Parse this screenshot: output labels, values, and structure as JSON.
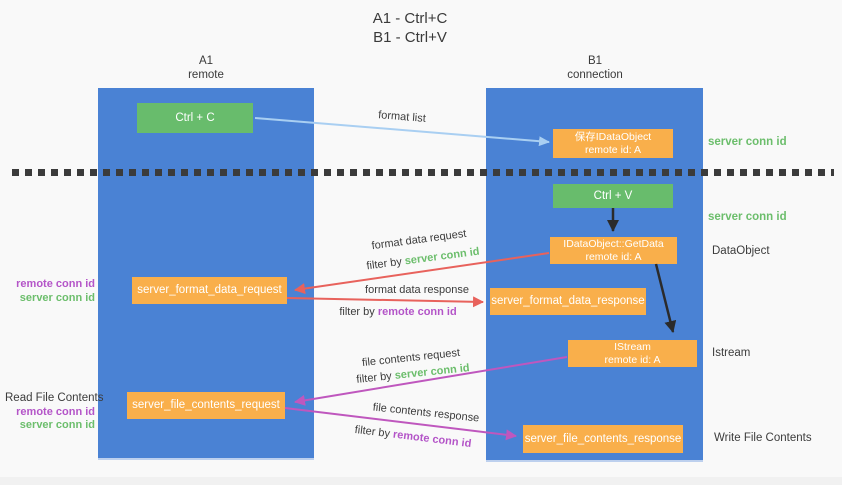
{
  "title": {
    "line1": "A1 - Ctrl+C",
    "line2": "B1 - Ctrl+V"
  },
  "columns": {
    "left": {
      "name": "A1",
      "role": "remote"
    },
    "right": {
      "name": "B1",
      "role": "connection"
    }
  },
  "nodes": {
    "ctrl_c": "Ctrl + C",
    "ctrl_v": "Ctrl + V",
    "save_idataobject": {
      "line1": "保存IDataObject",
      "line2": "remote id: A"
    },
    "getdata": {
      "line1": "IDataObject::GetData",
      "line2": "remote id: A"
    },
    "istream": {
      "line1": "IStream",
      "line2": "remote id: A"
    },
    "format_request": "server_format_data_request",
    "format_response": "server_format_data_response",
    "file_request": "server_file_contents_request",
    "file_response": "server_file_contents_response"
  },
  "side_labels": {
    "server_conn_id_top": "server conn id",
    "server_conn_id_mid": "server conn id",
    "dataobject": "DataObject",
    "istream": "Istream",
    "write_file_contents": "Write File Contents",
    "read_file_contents": "Read File Contents",
    "group1": {
      "remote": "remote conn id",
      "server": "server conn id"
    },
    "group2": {
      "remote": "remote conn id",
      "server": "server conn id"
    }
  },
  "arrow_labels": {
    "format_list": "format list",
    "format_data_request": "format data request",
    "filter_request_fmt": {
      "prefix": "filter by",
      "value": "server conn id"
    },
    "format_data_response": "format data response",
    "filter_response_fmt": {
      "prefix": "filter by",
      "value": "remote conn id"
    },
    "file_contents_request": "file contents request",
    "filter_request_file": {
      "prefix": "filter by",
      "value": "server conn id"
    },
    "file_contents_response": "file contents response",
    "filter_response_file": {
      "prefix": "filter by",
      "value": "remote conn id"
    }
  },
  "colors": {
    "column_blue": "#4a82d4",
    "box_green": "#68bc6c",
    "box_orange": "#f9af4b",
    "arrow_red": "#e8625c",
    "arrow_magenta": "#bf57be",
    "arrow_light_blue": "#a9cff2",
    "arrow_black": "#2b2b2b",
    "text_green": "#6cbe6c",
    "text_purple": "#b455c8",
    "text_dark": "#3c3c3c",
    "background": "#f9f9f9"
  }
}
